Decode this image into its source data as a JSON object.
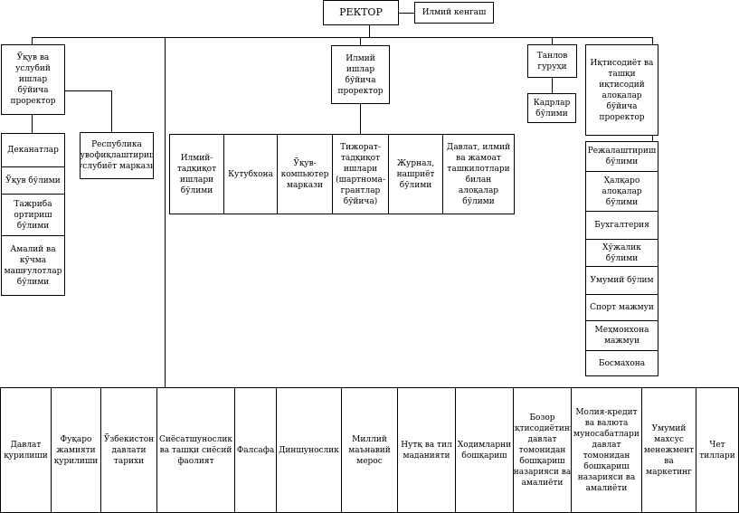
{
  "rector": "РЕКТОР",
  "scientific_council": "Илмий кенгаш",
  "study_prorector": "Ўқув ва услубий ишлар бўйича проректор",
  "republic_center": "Республика мувофиқлаштириш-услубиёт маркази",
  "study_units": [
    "Деканатлар",
    "Ўқув бўлими",
    "Тажриба ортириш бўлими",
    "Амалий ва кўчма машғулотлар бўлими"
  ],
  "science_prorector": "Илмий ишлар бўйича проректор",
  "science_units": [
    "Илмий-тадқиқот ишлари бўлими",
    "Кутубхона",
    "Ўқув-компьютер маркази",
    "Тижорат-тадқиқот ишлари (шартнома-грантлар бўйича)",
    "Журнал, нашриёт бўлими",
    "Давлат, илмий ва жамоат ташкилотлари билан алоқалар бўлими"
  ],
  "selection_group": "Танлов гуруҳи",
  "personnel_dept": "Кадрлар бўлими",
  "economic_prorector": "Иқтисодиёт ва ташқи иқтисодий алоқалар бўйича проректор",
  "economic_units": [
    "Режалаштириш бўлими",
    "Ҳалқаро алоқалар бўлими",
    "Бухгалтерия",
    "Хўжалик бўлими",
    "Умумий бўлим",
    "Спорт мажмуи",
    "Меҳмонхона мажмуи",
    "Босмахона"
  ],
  "departments": [
    "Давлат қурилиши",
    "Фуқаро жамияти қурилиши",
    "Ўзбекистон давлати тарихи",
    "Сиёсатшунослик ва ташқи сиёсий фаолият",
    "Фалсафа",
    "Диншунослик",
    "Миллий маънавий мерос",
    "Нутқ ва тил маданияти",
    "Ходимларни бошқариш",
    "Бозор иқтисодиётини давлат томонидан бошқариш назарияси ва амалиёти",
    "Молия-кредит ва валюта муносабатлари давлат томонидан бошқариш назарияси ва амалиёти",
    "Умумий махсус менежмент ва маркетинг",
    "Чет тиллари"
  ]
}
